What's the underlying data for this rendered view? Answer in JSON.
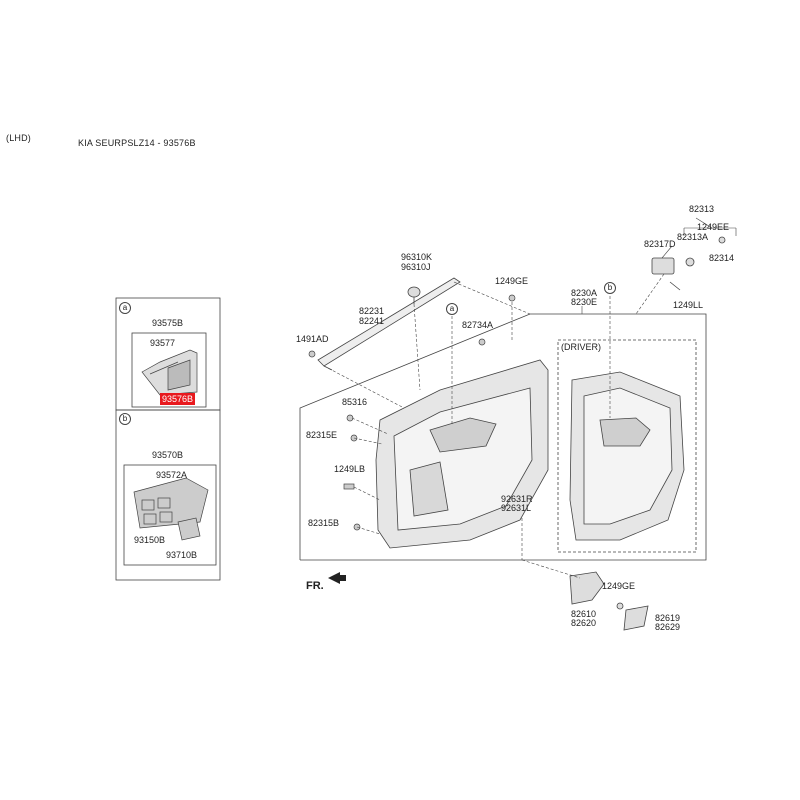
{
  "header": {
    "region": "(LHD)",
    "model": "KIA SEURPSLZ14 - 93576B"
  },
  "inset_a": {
    "marker": "a",
    "part1": "93575B",
    "part2": "93577",
    "part3": "93576B"
  },
  "inset_b": {
    "marker": "b",
    "part1": "93570B",
    "part2": "93572A",
    "part3": "93150B",
    "part4": "93710B"
  },
  "parts": {
    "p96310K": "96310K",
    "p96310J": "96310J",
    "p82231": "82231",
    "p82241": "82241",
    "p1491AD": "1491AD",
    "p1249GE_top": "1249GE",
    "p82734A": "82734A",
    "p8230A": "8230A",
    "p8230E": "8230E",
    "p82313": "82313",
    "p1249EE": "1249EE",
    "p82313A": "82313A",
    "p82317D": "82317D",
    "p82314": "82314",
    "p1249LL": "1249LL",
    "p85316": "85316",
    "p82315E": "82315E",
    "p1249LB": "1249LB",
    "p82315B": "82315B",
    "p92631R": "92631R",
    "p92631L": "92631L",
    "p1249GE_bot": "1249GE",
    "p82610": "82610",
    "p82620": "82620",
    "p82619": "82619",
    "p82629": "82629",
    "driver": "(DRIVER)",
    "marker_a": "a",
    "marker_b": "b",
    "fr": "FR."
  },
  "colors": {
    "highlight": "#e8191e",
    "line": "#444444"
  }
}
